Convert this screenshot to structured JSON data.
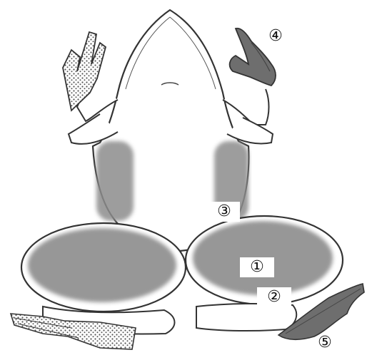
{
  "labels": {
    "one": "①",
    "two": "②",
    "three": "③",
    "four": "④",
    "five": "⑤"
  },
  "colors": {
    "outline": "#333333",
    "shade": "#8c8c8c",
    "dark_shade": "#6e6e6e",
    "body_fill": "#ffffff"
  }
}
